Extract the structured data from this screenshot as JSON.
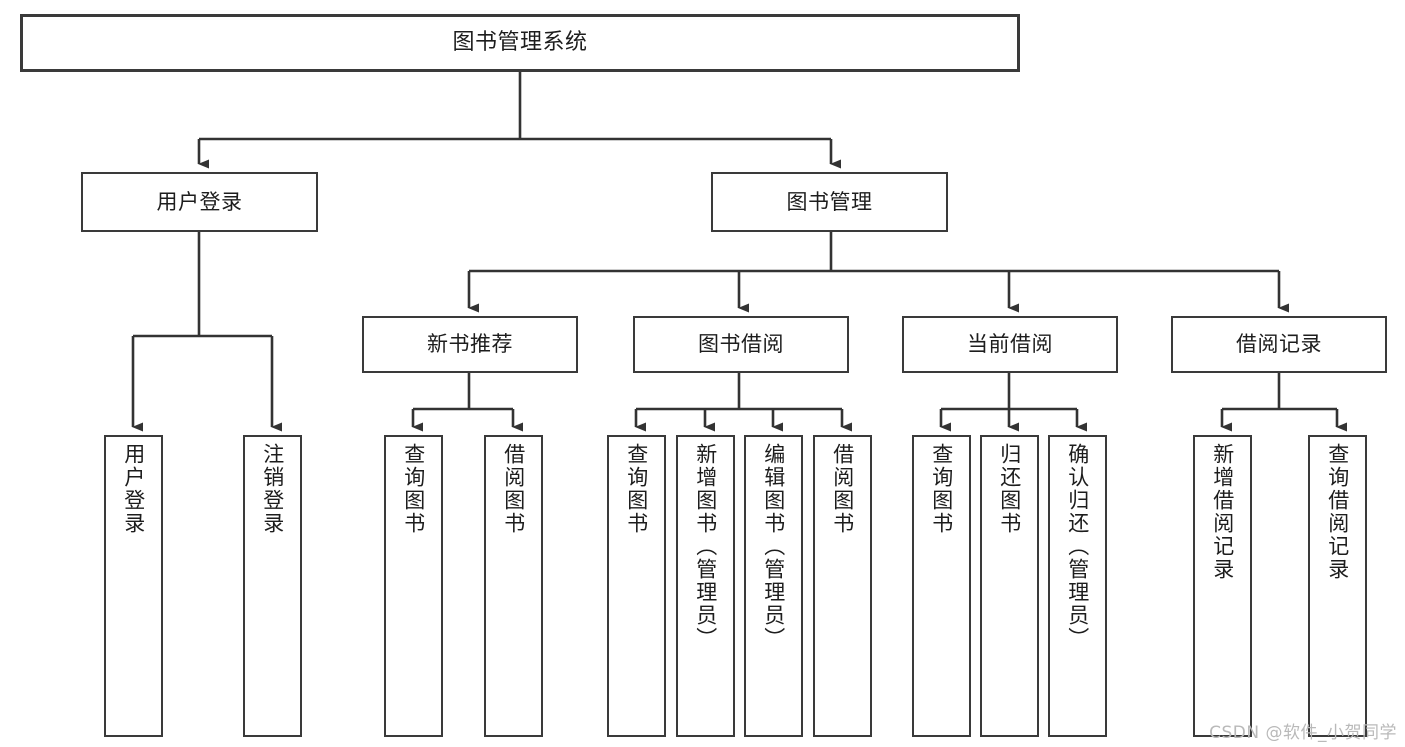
{
  "diagram": {
    "type": "tree",
    "title": "图书管理系统",
    "orientation": "top-down",
    "colors": {
      "node_border": "#3a3a3a",
      "node_fill": "#ffffff",
      "edge": "#333333",
      "text": "#1d1d1d",
      "watermark": "#b9b9b9",
      "background": "#ffffff"
    },
    "nodes": {
      "root": {
        "label": "图书管理系统"
      },
      "level1": [
        {
          "id": "user-login",
          "label": "用户登录"
        },
        {
          "id": "book-manage",
          "label": "图书管理"
        }
      ],
      "level2": [
        {
          "id": "new-book-recommend",
          "label": "新书推荐"
        },
        {
          "id": "book-borrow",
          "label": "图书借阅"
        },
        {
          "id": "current-borrow",
          "label": "当前借阅"
        },
        {
          "id": "borrow-record",
          "label": "借阅记录"
        }
      ],
      "leaves": [
        {
          "id": "leaf-user-login",
          "label": "用户登录",
          "parent": "user-login"
        },
        {
          "id": "leaf-logout-login",
          "label": "注销登录",
          "parent": "user-login"
        },
        {
          "id": "leaf-query-book-1",
          "label": "查询图书",
          "parent": "new-book-recommend"
        },
        {
          "id": "leaf-borrow-book-1",
          "label": "借阅图书",
          "parent": "new-book-recommend"
        },
        {
          "id": "leaf-query-book-2",
          "label": "查询图书",
          "parent": "book-borrow"
        },
        {
          "id": "leaf-add-book",
          "label": "新增图书（管理员）",
          "parent": "book-borrow"
        },
        {
          "id": "leaf-edit-book",
          "label": "编辑图书（管理员）",
          "parent": "book-borrow"
        },
        {
          "id": "leaf-borrow-book-2",
          "label": "借阅图书",
          "parent": "book-borrow"
        },
        {
          "id": "leaf-query-book-3",
          "label": "查询图书",
          "parent": "current-borrow"
        },
        {
          "id": "leaf-return-book",
          "label": "归还图书",
          "parent": "current-borrow"
        },
        {
          "id": "leaf-confirm-return",
          "label": "确认归还（管理员）",
          "parent": "current-borrow"
        },
        {
          "id": "leaf-add-record",
          "label": "新增借阅记录",
          "parent": "borrow-record"
        },
        {
          "id": "leaf-query-record",
          "label": "查询借阅记录",
          "parent": "borrow-record"
        }
      ]
    }
  },
  "watermark": {
    "text": "CSDN @软件_小贺同学"
  }
}
